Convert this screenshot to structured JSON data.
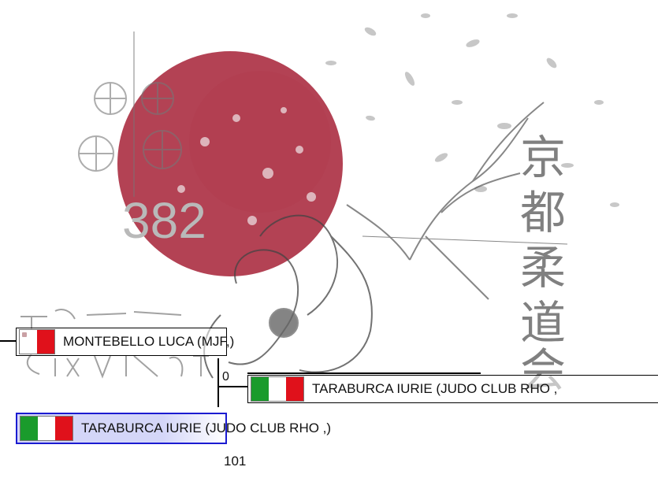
{
  "bracket": {
    "match_number": "382",
    "bout_number": "101",
    "top_score": "0",
    "competitors": {
      "top": {
        "name": "MONTEBELLO LUCA (MJF,)",
        "flag": "malta",
        "flag_colors": [
          "#ffffff",
          "#e0111b"
        ]
      },
      "bottom": {
        "name": "TARABURCA IURIE (JUDO CLUB RHO ,)",
        "flag": "italy",
        "flag_colors": [
          "#1a9b2c",
          "#ffffff",
          "#e0111b"
        ]
      },
      "winner": {
        "name": "TARABURCA IURIE (JUDO CLUB RHO ,",
        "flag": "italy",
        "flag_colors": [
          "#1a9b2c",
          "#ffffff",
          "#e0111b"
        ]
      }
    }
  },
  "colors": {
    "sun": "#a8283c",
    "selected_border": "#1b1bd1",
    "selected_bg": "#d2d4f8"
  }
}
